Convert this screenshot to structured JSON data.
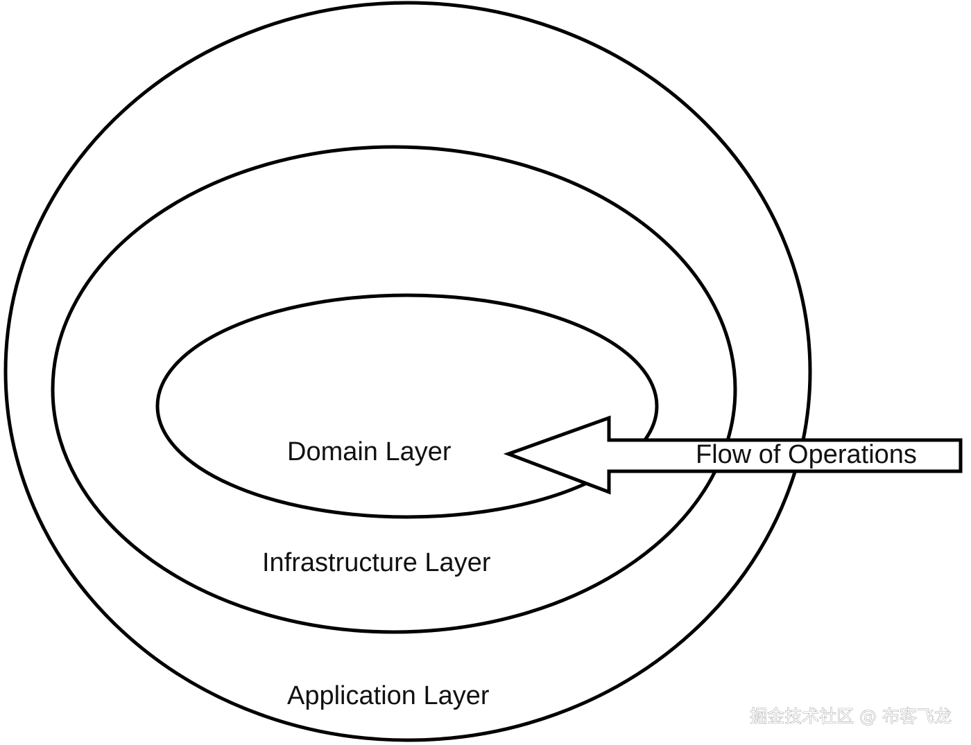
{
  "diagram": {
    "layers": {
      "outer": "Application Layer",
      "middle": "Infrastructure Layer",
      "inner": "Domain Layer"
    },
    "arrow": {
      "label": "Flow of Operations",
      "direction": "left"
    },
    "colors": {
      "stroke": "#000000",
      "fill": "#ffffff",
      "text": "#111111"
    }
  },
  "watermark": {
    "text": "掘金技术社区 @ 布客飞龙"
  }
}
